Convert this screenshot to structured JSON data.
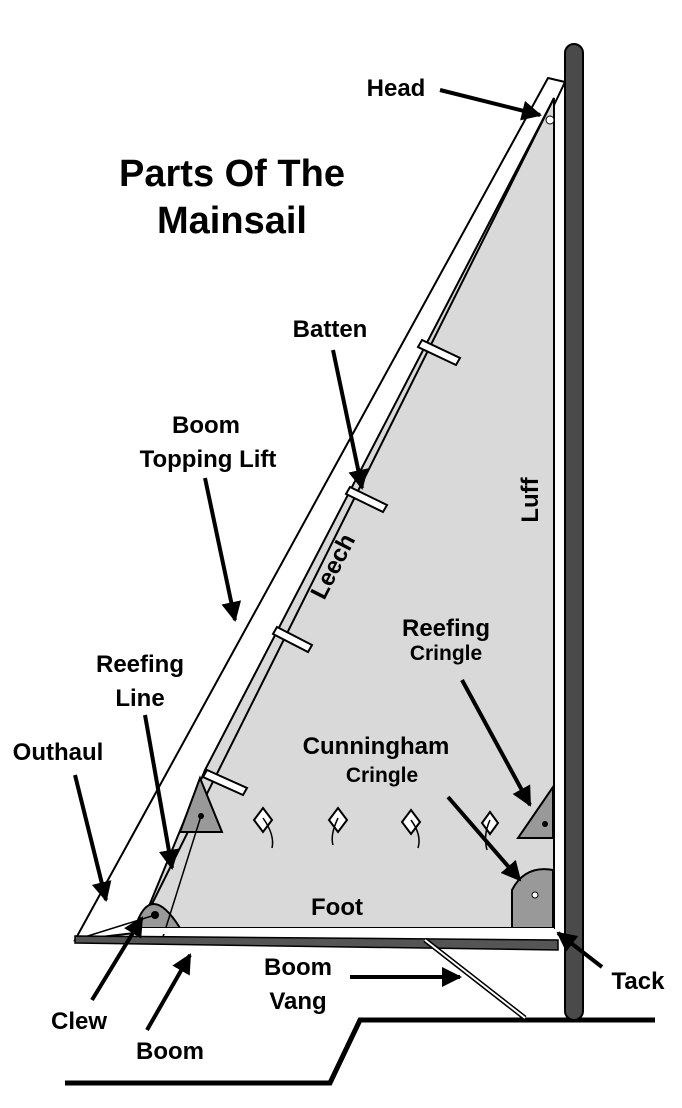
{
  "title": {
    "line1": "Parts Of The",
    "line2": "Mainsail"
  },
  "labels": {
    "head": "Head",
    "batten": "Batten",
    "boom_topping_lift_1": "Boom",
    "boom_topping_lift_2": "Topping Lift",
    "leech": "Leech",
    "luff": "Luff",
    "reefing_cringle_1": "Reefing",
    "reefing_cringle_2": "Cringle",
    "reefing_line_1": "Reefing",
    "reefing_line_2": "Line",
    "outhaul": "Outhaul",
    "cunningham_cringle_1": "Cunningham",
    "cunningham_cringle_2": "Cringle",
    "foot": "Foot",
    "boom_vang_1": "Boom",
    "boom_vang_2": "Vang",
    "tack": "Tack",
    "clew": "Clew",
    "boom": "Boom"
  },
  "colors": {
    "sail": "#d9d9d9",
    "mast": "#4a4a4a",
    "patch": "#999999",
    "ink": "#000000"
  }
}
